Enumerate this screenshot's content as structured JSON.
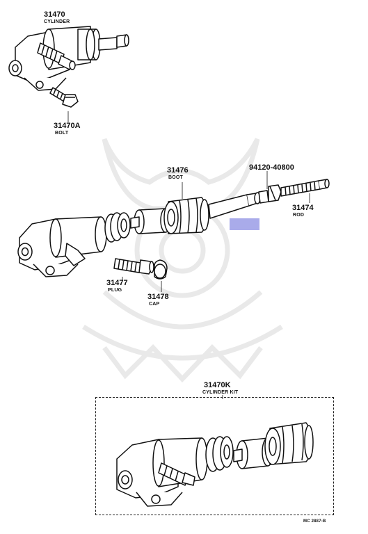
{
  "labels": {
    "cylinder_num": "31470",
    "cylinder_name": "CYLINDER",
    "bolt_num": "31470A",
    "bolt_name": "BOLT",
    "boot_num": "31476",
    "boot_name": "BOOT",
    "nut_num": "94120-40800",
    "rod_num": "31474",
    "rod_name": "ROD",
    "plug_num": "31477",
    "plug_name": "PLUG",
    "cap_num": "31478",
    "cap_name": "CAP",
    "kit_num": "31470K",
    "kit_name": "CYLINDER KIT",
    "catalog_code": "MC 2887-B"
  },
  "colors": {
    "line": "#111111",
    "highlight": "#9a9ce6",
    "watermark": "#e9e9e9"
  }
}
